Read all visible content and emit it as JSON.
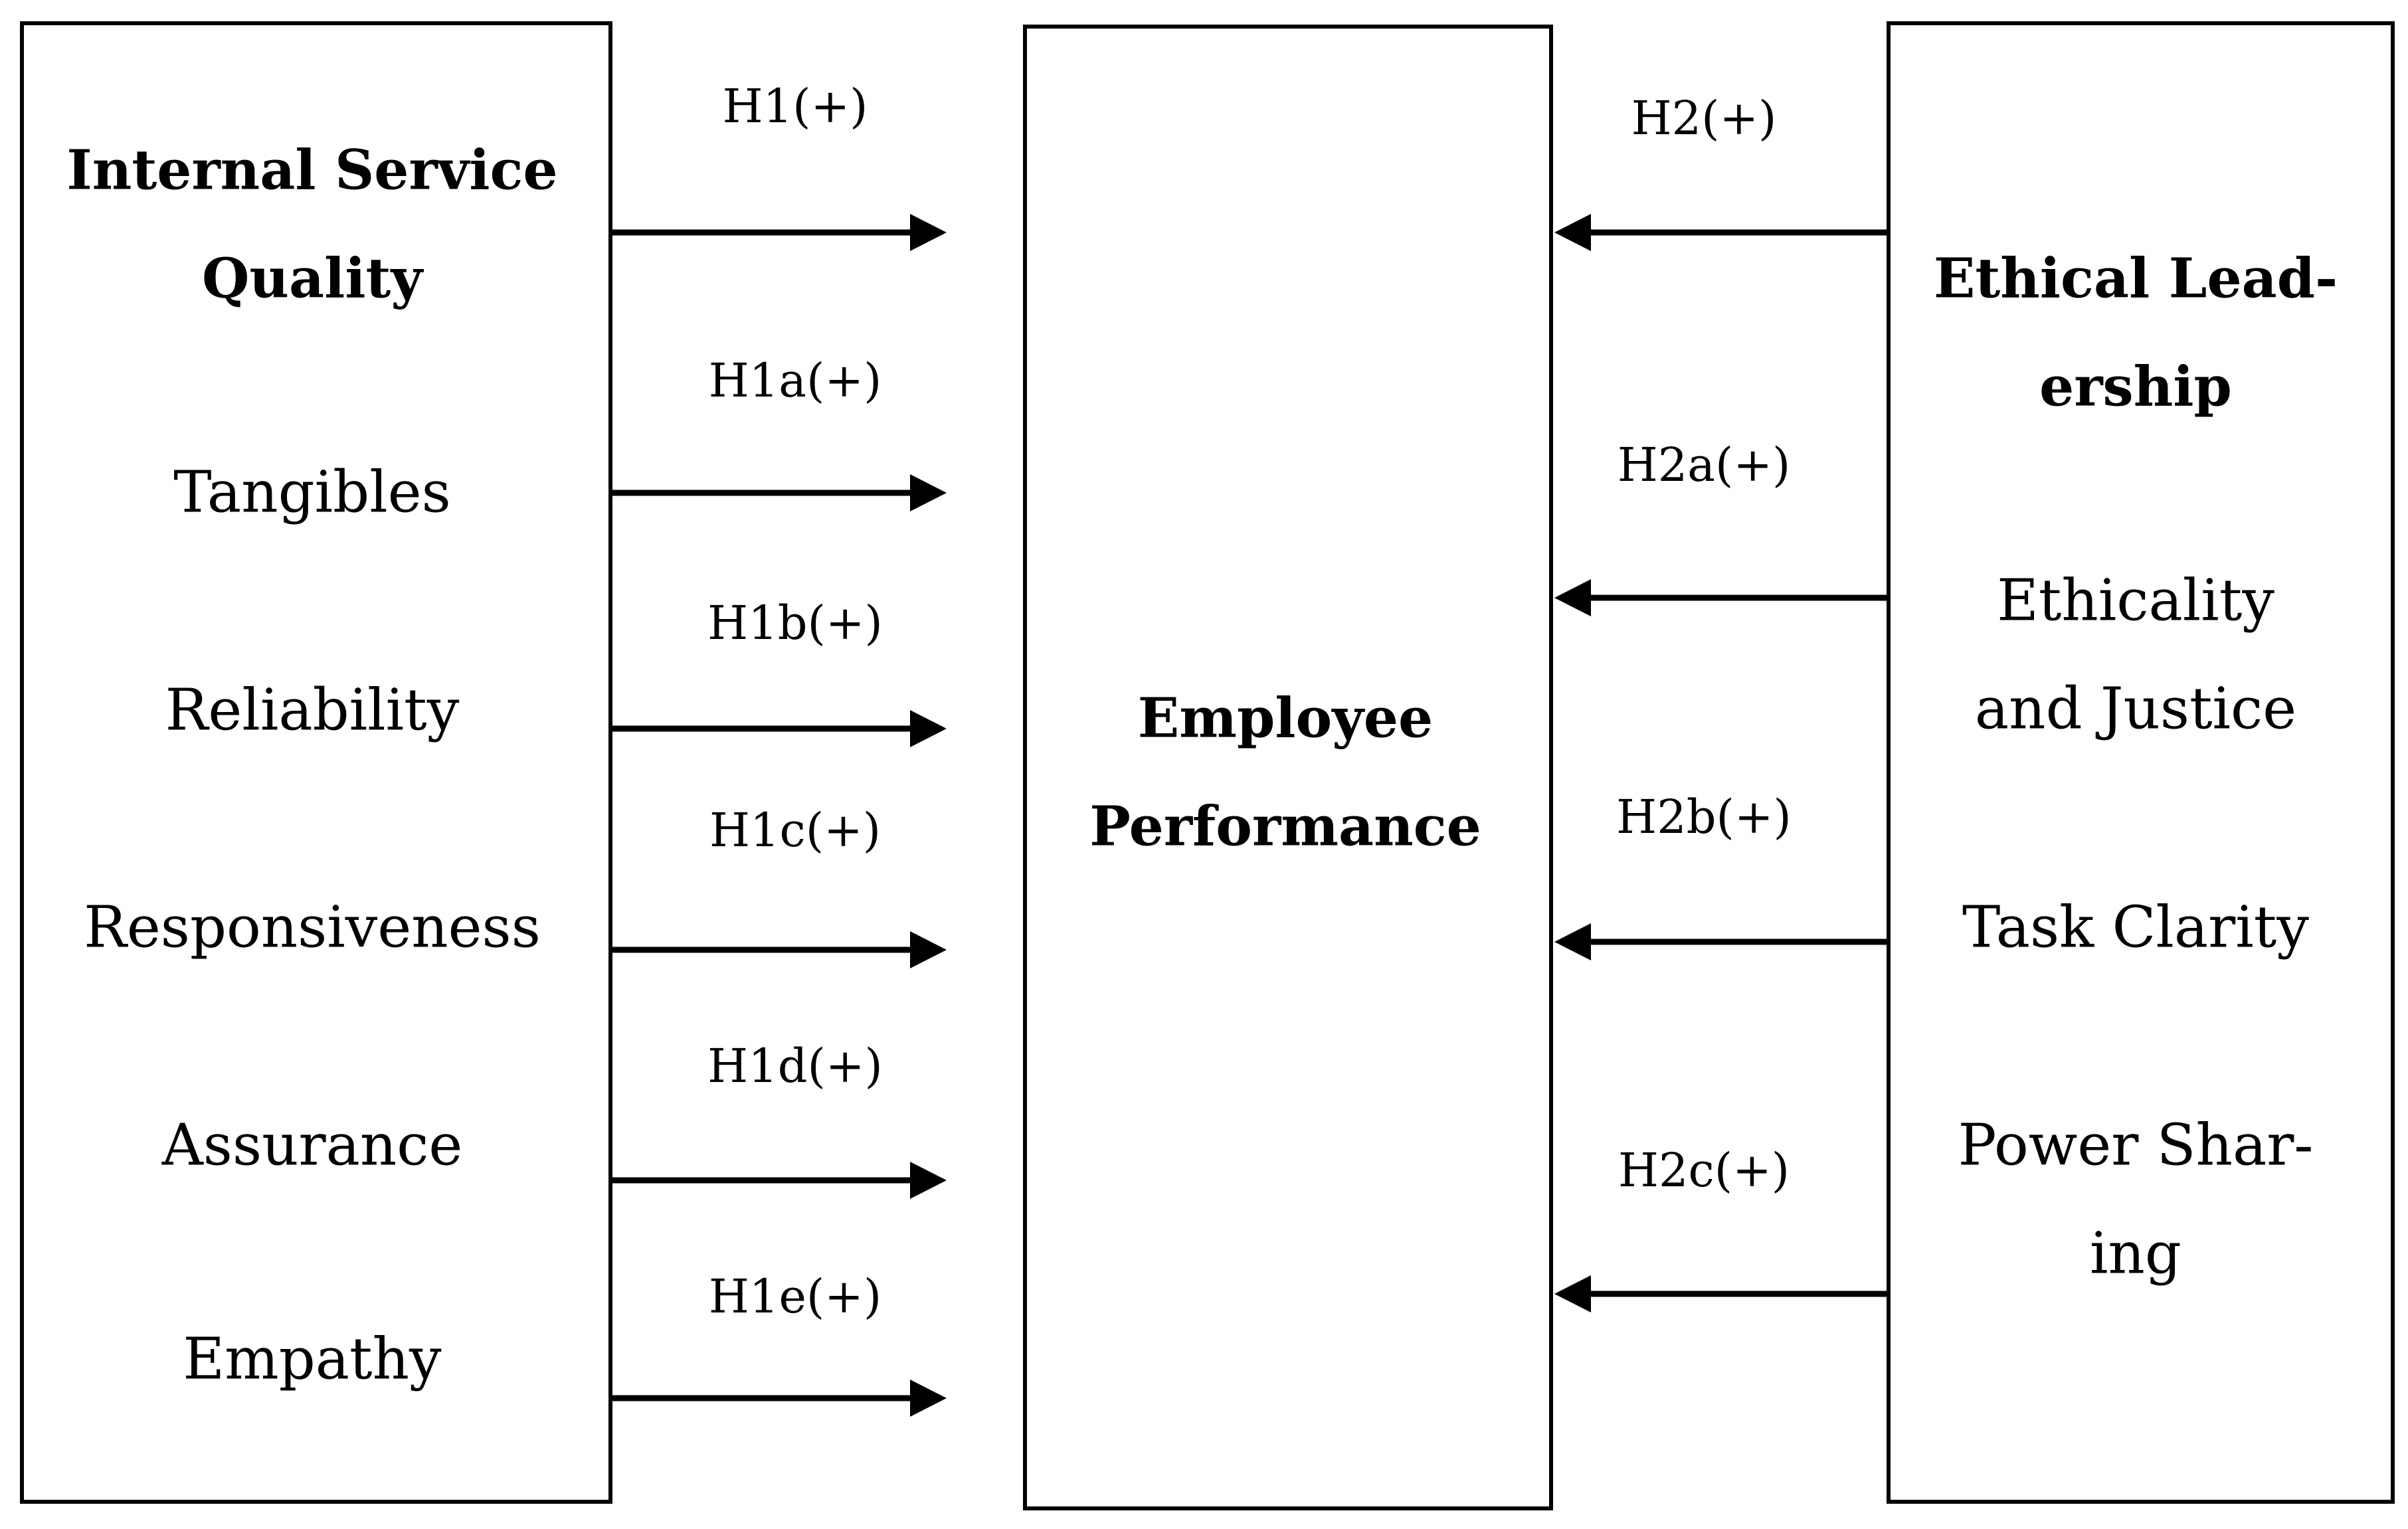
{
  "left_panel": {
    "title_lines": [
      "Internal Service",
      "Quality"
    ],
    "items": [
      "Tangibles",
      "Reliability",
      "Responsiveness",
      "Assurance",
      "Empathy"
    ]
  },
  "center_panel": {
    "title_lines": [
      "Employee",
      "Performance"
    ]
  },
  "right_panel": {
    "title_lines": [
      "Ethical Lead-",
      "ership"
    ],
    "items": [
      [
        "Ethicality",
        "and Justice"
      ],
      [
        "Task Clarity"
      ],
      [
        "Power Shar-",
        "ing"
      ]
    ]
  },
  "hypotheses_left": [
    "H1(+)",
    "H1a(+)",
    "H1b(+)",
    "H1c(+)",
    "H1d(+)",
    "H1e(+)"
  ],
  "hypotheses_right": [
    "H2(+)",
    "H2a(+)",
    "H2b(+)",
    "H2c(+)"
  ],
  "colors": {
    "line": "#000000",
    "background": "#ffffff"
  }
}
